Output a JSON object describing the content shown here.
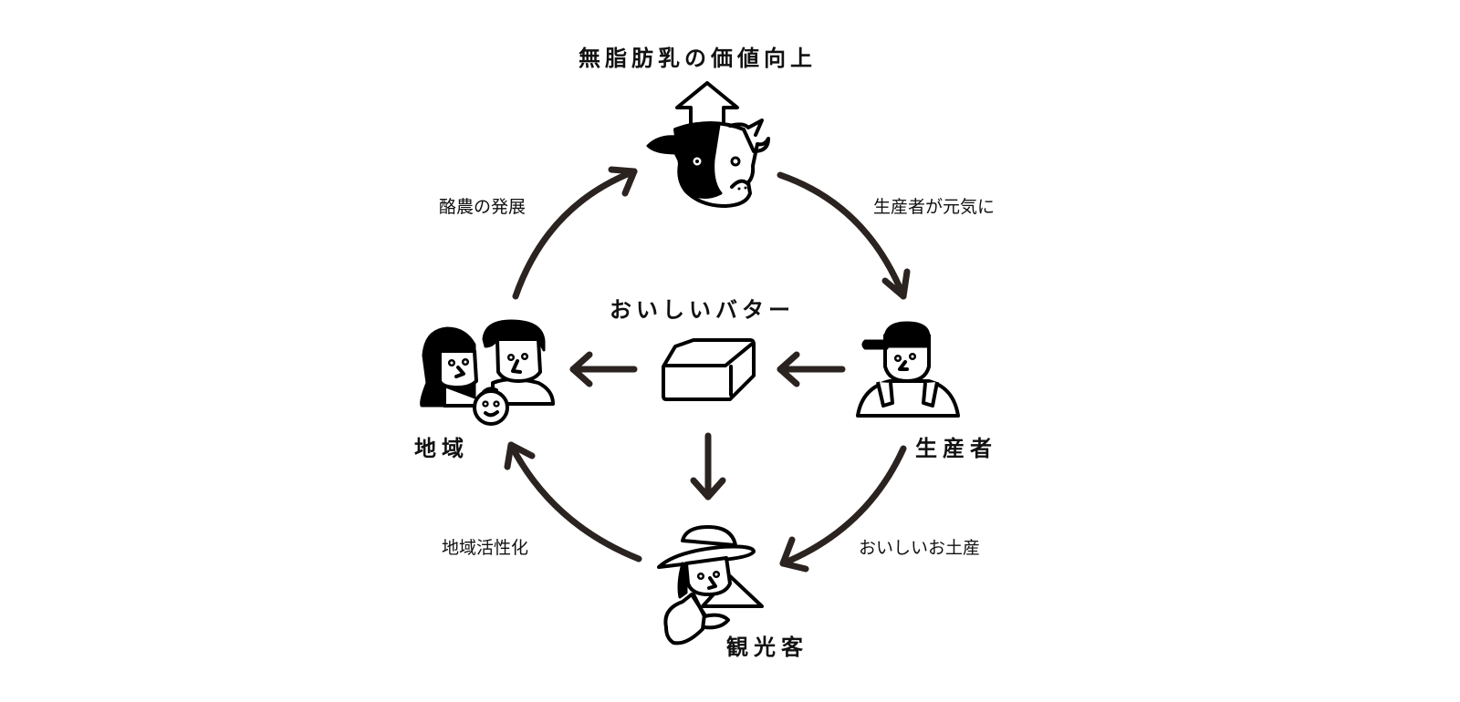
{
  "diagram": {
    "title": "無脂肪乳の価値向上",
    "center": {
      "label": "おいしいバター",
      "icon": "butter-block-icon"
    },
    "nodes": {
      "top": {
        "icon": "cow-icon",
        "extra_icon": "up-arrow-icon"
      },
      "right": {
        "label": "生産者",
        "icon": "farmer-icon"
      },
      "bottom": {
        "label": "観光客",
        "icon": "tourist-icon"
      },
      "left": {
        "label": "地域",
        "icon": "family-icon"
      }
    },
    "edges": {
      "top_to_right": "生産者が元気に",
      "right_to_bottom": "おいしいお土産",
      "bottom_to_left": "地域活性化",
      "left_to_top": "酪農の発展"
    },
    "colors": {
      "arrow": "#2a2320",
      "icon": "#000000",
      "background": "#ffffff"
    }
  }
}
